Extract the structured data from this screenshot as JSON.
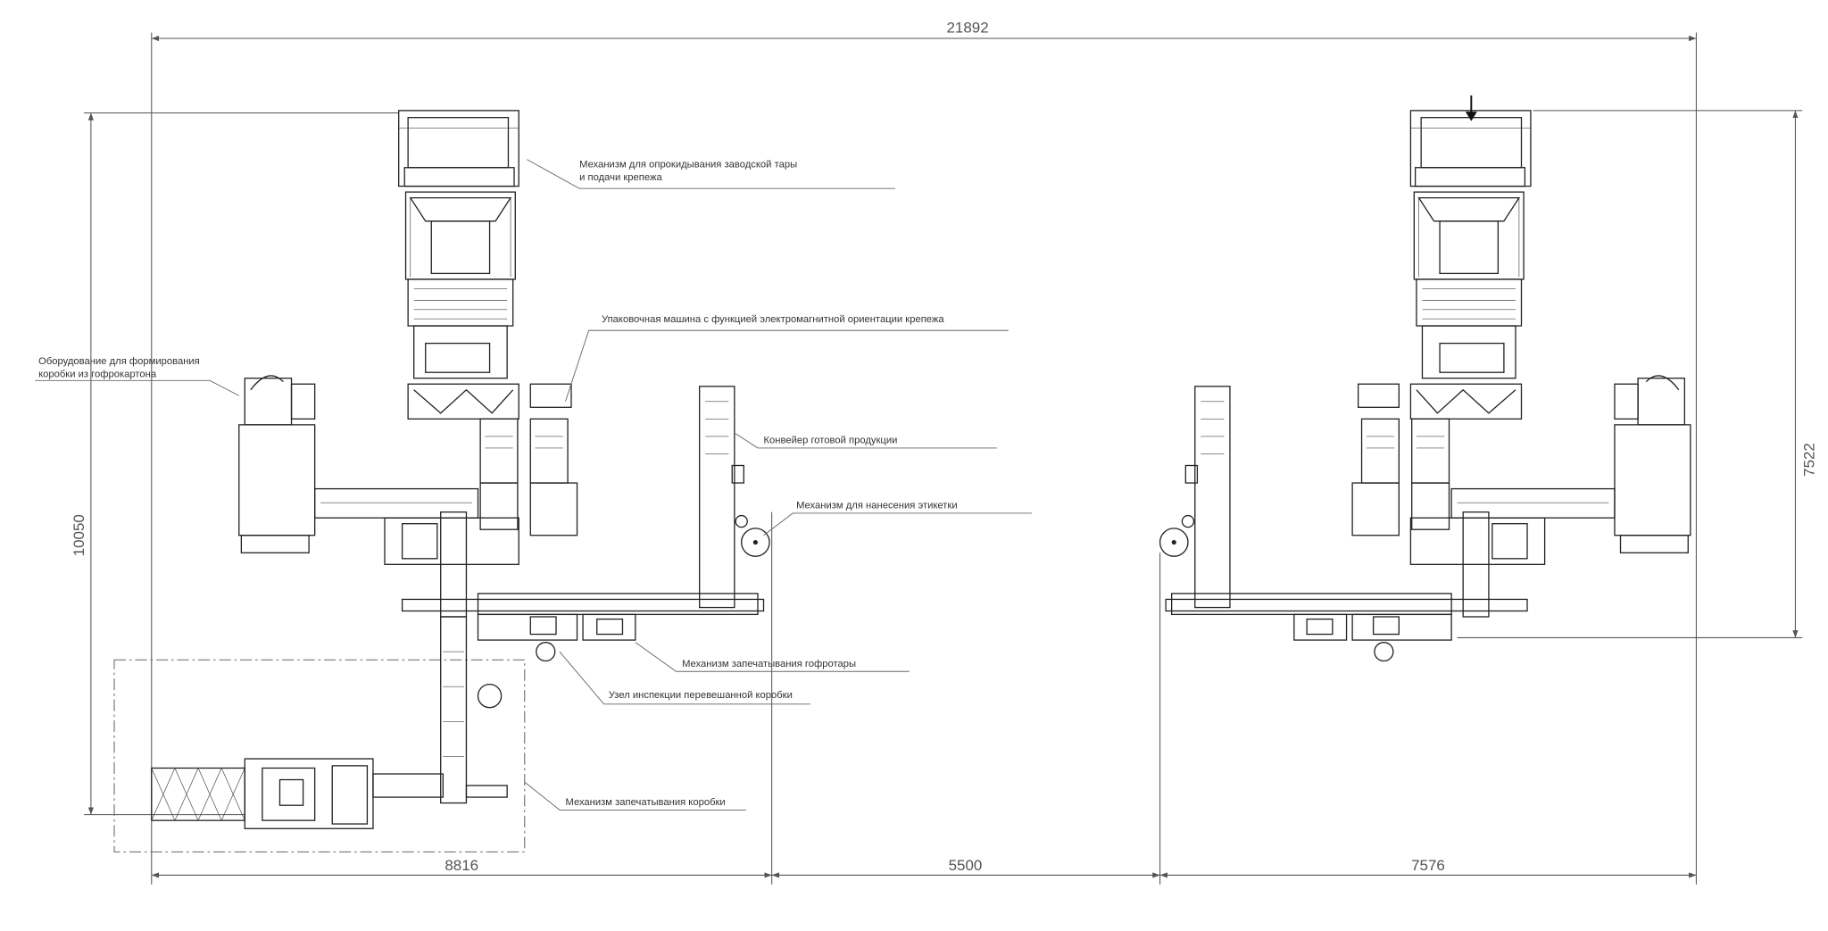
{
  "dimensions": {
    "total_width": "21892",
    "total_height": "10050",
    "right_height": "7522",
    "left_section": "8816",
    "gap": "5500",
    "right_section": "7576"
  },
  "labels": {
    "tipper_line1": "Механизм для опрокидывания заводской тары",
    "tipper_line2": "и подачи крепежа",
    "packer": "Упаковочная машина с функцией электромагнитной ориентации крепежа",
    "box_former_line1": "Оборудование для формирования",
    "box_former_line2": "коробки из гофрокартона",
    "finished_conveyor": "Конвейер готовой продукции",
    "labeler": "Механизм для нанесения этикетки",
    "corrugated_sealer": "Механизм запечатывания гофротары",
    "inspection": "Узел инспекции перевешанной коробки",
    "box_sealer": "Механизм запечатывания коробки"
  }
}
